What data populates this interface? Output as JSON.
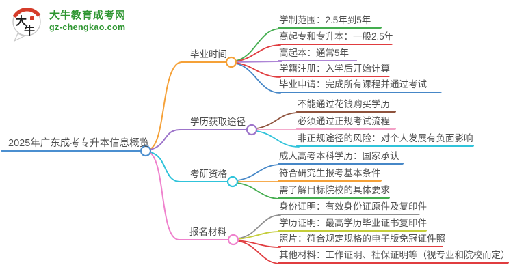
{
  "logo": {
    "site_name": "大牛教育成考网",
    "site_url": "gz-chengkao.com",
    "icon_char_top": "大",
    "icon_char_bottom": "牛",
    "brand_green": "#2f9632",
    "brand_red": "#d53c2a"
  },
  "root": {
    "label": "2025年广东成考专升本信息概览",
    "color": "#4b8fd0"
  },
  "branches": [
    {
      "label": "毕业时间",
      "color": "#f5a138",
      "leaves": [
        {
          "text": "学制范围：2.5年到5年",
          "color": "#44ad4f"
        },
        {
          "text": "高起专和专升本：一般2.5年",
          "color": "#e03c3f"
        },
        {
          "text": "高起本：通常5年",
          "color": "#ad85d6"
        },
        {
          "text": "学籍注册：入学后开始计算",
          "color": "#e03c3f"
        },
        {
          "text": "毕业申请：完成所有课程并通过考试",
          "color": "#4687c7"
        }
      ]
    },
    {
      "label": "学历获取途径",
      "color": "#9d74ca",
      "leaves": [
        {
          "text": "不能通过花钱购买学历",
          "color": "#8e523c"
        },
        {
          "text": "必须通过正规考试流程",
          "color": "#f3a0c6"
        },
        {
          "text": "非正规途径的风险：对个人发展有负面影响",
          "color": "#30c3da"
        }
      ]
    },
    {
      "label": "考研资格",
      "color": "#30c3da",
      "leaves": [
        {
          "text": "成人高考本科学历：国家承认",
          "color": "#4687c7"
        },
        {
          "text": "符合研究生报考基本条件",
          "color": "#f5a138"
        },
        {
          "text": "需了解目标院校的具体要求",
          "color": "#44ad4f"
        }
      ]
    },
    {
      "label": "报名材料",
      "color": "#ef82cd",
      "leaves": [
        {
          "text": "身份证明：有效身份证原件及复印件",
          "color": "#909090"
        },
        {
          "text": "学历证明：最高学历毕业证书复印件",
          "color": "#c5cd3a"
        },
        {
          "text": "照片：符合规定规格的电子版免冠证件照",
          "color": "#e03c3f"
        },
        {
          "text": "其他材料：工作证明、社保证明等（视专业和院校而定）",
          "color": "#e03c3f"
        }
      ]
    }
  ]
}
